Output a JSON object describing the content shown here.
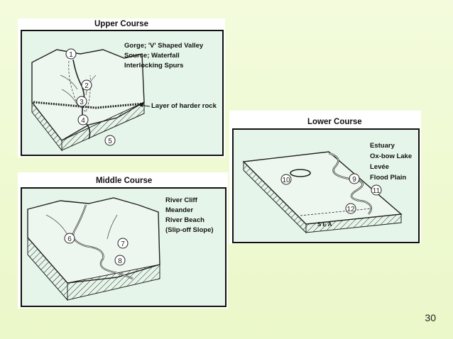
{
  "panels": {
    "upper": {
      "title": "Upper Course",
      "labels": [
        "Gorge; 'V' Shaped Valley",
        "Source; Waterfall",
        "Interlocking Spurs"
      ],
      "callout": "Layer of harder rock",
      "markers": [
        "1",
        "2",
        "3",
        "4",
        "5"
      ]
    },
    "lower": {
      "title": "Lower Course",
      "labels": [
        "Estuary",
        "Ox-bow Lake",
        "Levée",
        "Flood Plain"
      ],
      "sea": "SEA",
      "markers": [
        "10",
        "9",
        "11",
        "12"
      ]
    },
    "middle": {
      "title": "Middle Course",
      "labels": [
        "River Cliff",
        "Meander",
        "River Beach",
        "(Slip-off Slope)"
      ],
      "markers": [
        "6",
        "7",
        "8"
      ]
    }
  },
  "page_number": "30",
  "colors": {
    "background": "#eef9d2",
    "diagram_fill": "#e6f5e9",
    "ink": "#111111"
  }
}
